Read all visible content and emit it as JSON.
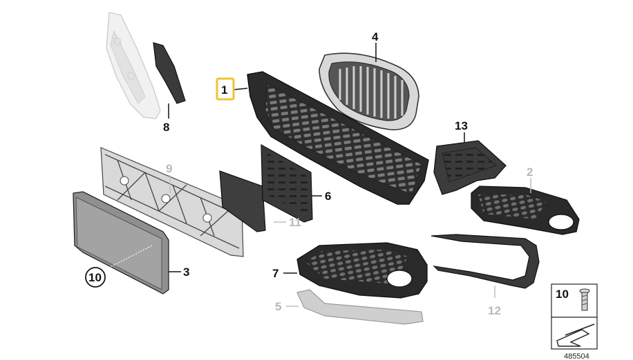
{
  "callouts": {
    "c1": "1",
    "c2": "2",
    "c3": "3",
    "c4": "4",
    "c5": "5",
    "c6": "6",
    "c7": "7",
    "c8": "8",
    "c9": "9",
    "c10": "10",
    "c11": "11",
    "c12": "12",
    "c13": "13"
  },
  "legend": {
    "part_number": "10"
  },
  "diagram_id": "485504",
  "colors": {
    "highlight": "#f2c230",
    "callout_dark": "#111111",
    "callout_gray": "#b8b8b8",
    "part_dark": "#3a3a3a",
    "part_light": "#e8e8e8"
  }
}
